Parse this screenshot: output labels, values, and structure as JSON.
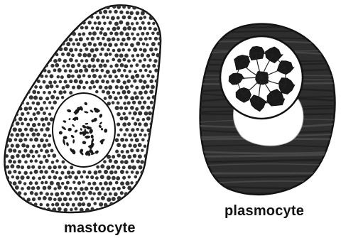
{
  "labels": {
    "mastocyte": "mastocyte",
    "plasmocyte": "plasmocyte"
  },
  "colors": {
    "background": "#ffffff",
    "ink": "#111111",
    "granule": "#333333",
    "plasmocyte_cytoplasm": "#2e2e2e",
    "golgi_zone": "#ffffff"
  },
  "cells": [
    {
      "name": "mastocyte",
      "features": [
        "oval-nucleus",
        "dense-cytoplasmic-granules"
      ]
    },
    {
      "name": "plasmocyte",
      "features": [
        "round-eccentric-nucleus",
        "cartwheel-chromatin",
        "perinuclear-clear-zone",
        "dark-basophilic-cytoplasm"
      ]
    }
  ]
}
